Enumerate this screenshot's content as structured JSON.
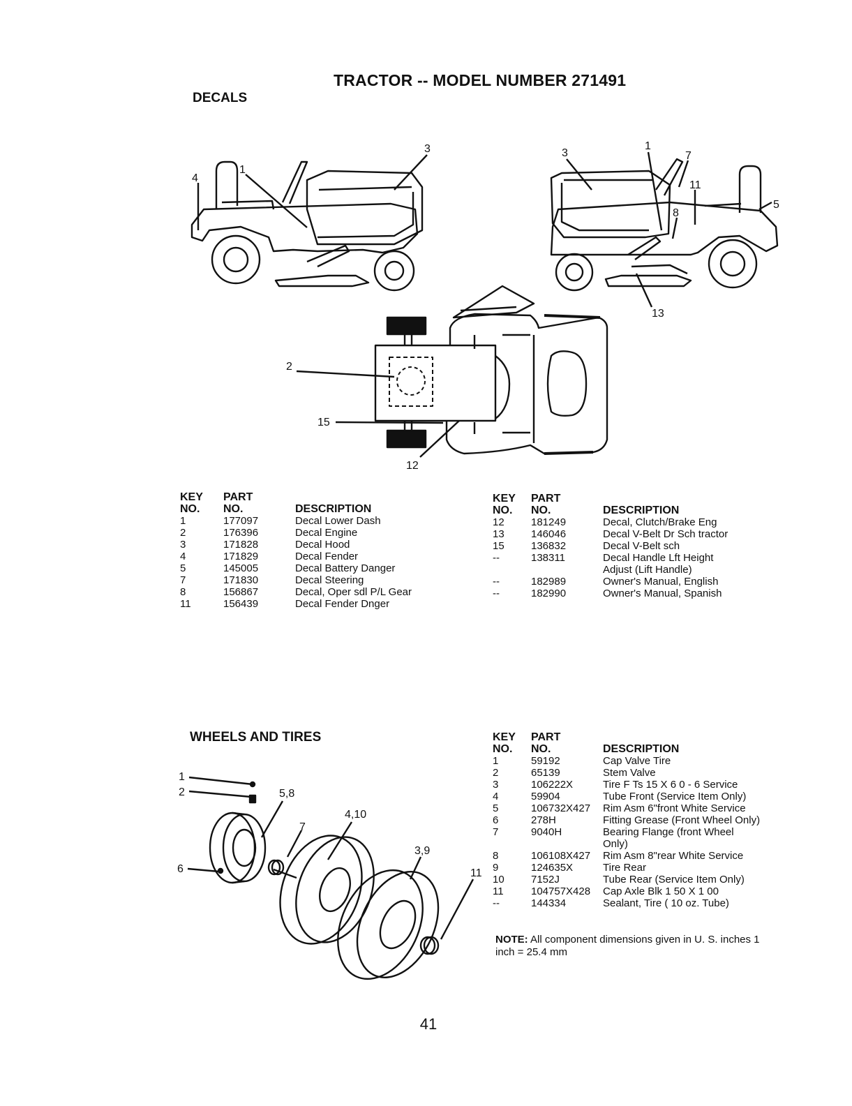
{
  "header": {
    "title": "TRACTOR -- MODEL NUMBER 271491",
    "decals_label": "DECALS",
    "wheels_label": "WHEELS AND TIRES"
  },
  "decal_callouts": [
    "4",
    "1",
    "3",
    "3",
    "1",
    "7",
    "11",
    "5",
    "8",
    "13",
    "2",
    "15",
    "12"
  ],
  "wheel_callouts": [
    "1",
    "2",
    "5,8",
    "4,10",
    "7",
    "3,9",
    "6",
    "11"
  ],
  "decals_table_left": {
    "headers": {
      "key_top": "KEY",
      "key_bottom": "NO.",
      "part_top": "PART",
      "part_bottom": "NO.",
      "description": "DESCRIPTION"
    },
    "rows": [
      {
        "key": "1",
        "part": "177097",
        "desc": "Decal Lower Dash"
      },
      {
        "key": "2",
        "part": "176396",
        "desc": "Decal Engine"
      },
      {
        "key": "3",
        "part": "171828",
        "desc": "Decal Hood"
      },
      {
        "key": "4",
        "part": "171829",
        "desc": "Decal Fender"
      },
      {
        "key": "5",
        "part": "145005",
        "desc": "Decal Battery Danger"
      },
      {
        "key": "7",
        "part": "171830",
        "desc": "Decal Steering"
      },
      {
        "key": "8",
        "part": "156867",
        "desc": "Decal, Oper sdl P/L Gear"
      },
      {
        "key": "11",
        "part": "156439",
        "desc": "Decal Fender Dnger"
      }
    ]
  },
  "decals_table_right": {
    "headers": {
      "key_top": "KEY",
      "key_bottom": "NO.",
      "part_top": "PART",
      "part_bottom": "NO.",
      "description": "DESCRIPTION"
    },
    "rows": [
      {
        "key": "12",
        "part": "181249",
        "desc": "Decal, Clutch/Brake Eng"
      },
      {
        "key": "13",
        "part": "146046",
        "desc": "Decal V-Belt Dr Sch tractor"
      },
      {
        "key": "15",
        "part": "136832",
        "desc": "Decal V-Belt sch"
      },
      {
        "key": "--",
        "part": "138311",
        "desc": "Decal Handle Lft Height"
      },
      {
        "key": "",
        "part": "",
        "desc": "Adjust (Lift Handle)"
      },
      {
        "key": "--",
        "part": "182989",
        "desc": "Owner's Manual, English"
      },
      {
        "key": "--",
        "part": "182990",
        "desc": "Owner's Manual, Spanish"
      }
    ]
  },
  "wheels_table": {
    "headers": {
      "key_top": "KEY",
      "key_bottom": "NO.",
      "part_top": "PART",
      "part_bottom": "NO.",
      "description": "DESCRIPTION"
    },
    "rows": [
      {
        "key": "1",
        "part": "59192",
        "desc": "Cap Valve Tire"
      },
      {
        "key": "2",
        "part": "65139",
        "desc": "Stem Valve"
      },
      {
        "key": "3",
        "part": "106222X",
        "desc": "Tire F Ts 15 X 6 0 - 6 Service"
      },
      {
        "key": "4",
        "part": "59904",
        "desc": "Tube Front (Service Item Only)"
      },
      {
        "key": "5",
        "part": "106732X427",
        "desc": "Rim Asm 6\"front White Service"
      },
      {
        "key": "6",
        "part": "278H",
        "desc": "Fitting Grease (Front Wheel Only)"
      },
      {
        "key": "7",
        "part": "9040H",
        "desc": "Bearing Flange (front Wheel"
      },
      {
        "key": "",
        "part": "",
        "desc": "Only)"
      },
      {
        "key": "8",
        "part": "106108X427",
        "desc": "Rim Asm 8\"rear White Service"
      },
      {
        "key": "9",
        "part": "124635X",
        "desc": "Tire Rear"
      },
      {
        "key": "10",
        "part": "7152J",
        "desc": "Tube Rear (Service Item Only)"
      },
      {
        "key": "11",
        "part": "104757X428",
        "desc": "Cap Axle Blk 1 50 X 1 00"
      },
      {
        "key": "--",
        "part": "144334",
        "desc": "Sealant, Tire ( 10 oz. Tube)"
      }
    ]
  },
  "note": {
    "label": "NOTE:",
    "text": "All component dimensions given in U. S. inches 1 inch = 25.4 mm"
  },
  "page_number": "41"
}
